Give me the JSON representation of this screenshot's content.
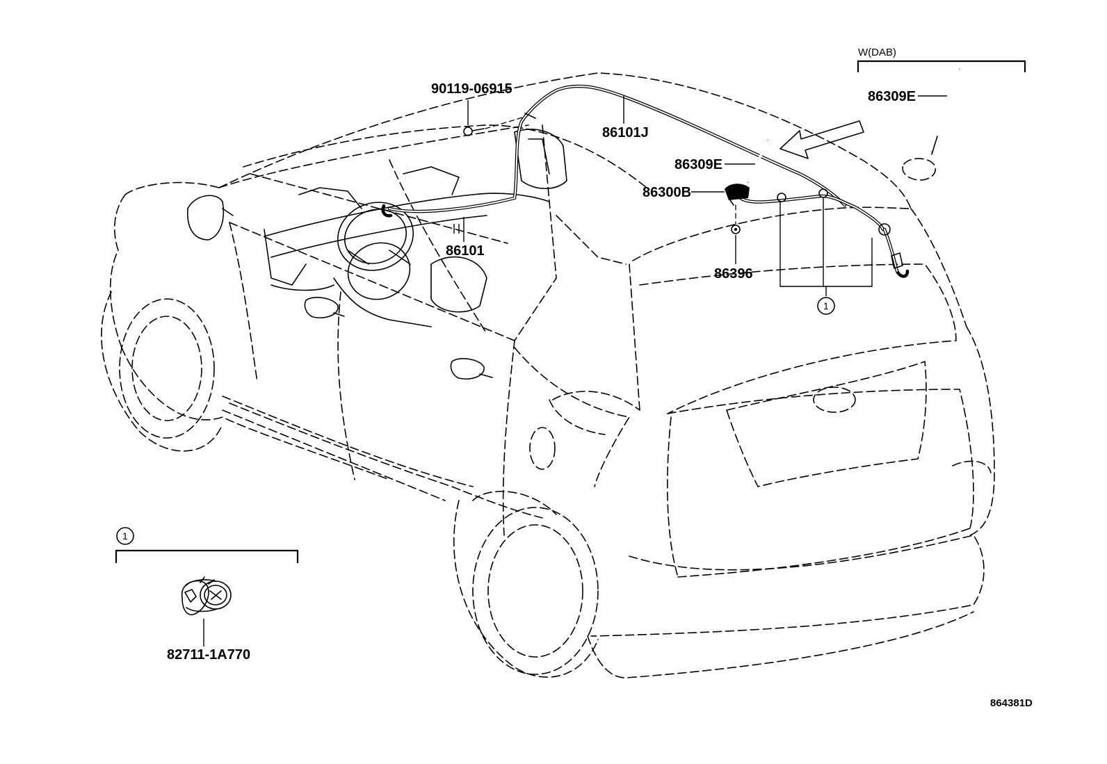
{
  "labels": {
    "variant": "W(DAB)",
    "antenna_rod_top": "86309E",
    "antenna_rod": "86309E",
    "antenna_base": "86300B",
    "cord_roof": "86101J",
    "cord_front": "86101",
    "bolt": "90119-06915",
    "nut": "86396",
    "ref_circle_1": "1",
    "ref_circle_2": "1",
    "clamp_part": "82711-1A770",
    "diagram_id": "864381D"
  }
}
